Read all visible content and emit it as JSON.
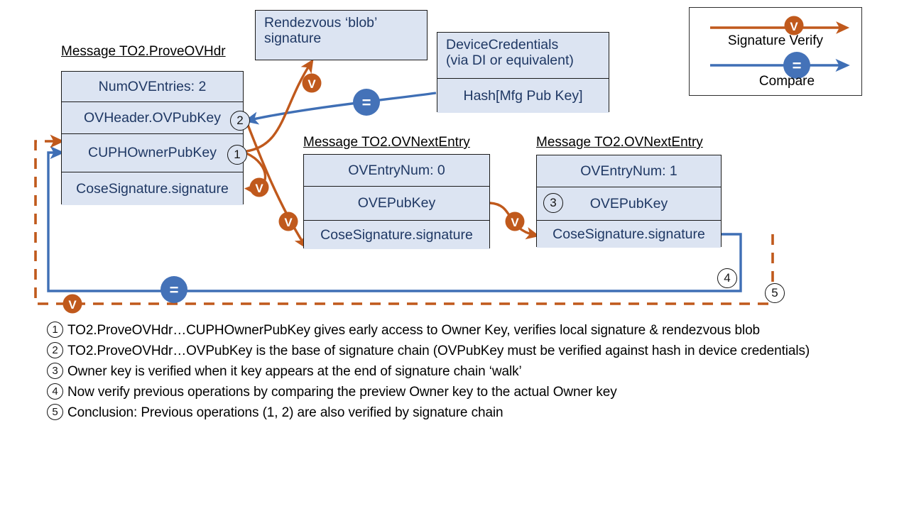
{
  "colors": {
    "box_fill": "#dce4f2",
    "box_text": "#1f3864",
    "box_border": "#1a1a1a",
    "verify_orange": "#c0591c",
    "compare_blue": "#3f6fb5",
    "note_text": "#000000"
  },
  "legend": {
    "verify": {
      "label": "Signature Verify",
      "glyph": "V"
    },
    "compare": {
      "label": "Compare",
      "glyph": "="
    }
  },
  "boxes": {
    "prove_ovhdr": {
      "caption": "Message TO2.ProveOVHdr",
      "rows": [
        {
          "label": "NumOVEntries: 2"
        },
        {
          "label": "OVHeader.OVPubKey",
          "marker": "2"
        },
        {
          "label": "CUPHOwnerPubKey",
          "marker": "1"
        },
        {
          "label": "CoseSignature.signature"
        }
      ]
    },
    "rendezvous": {
      "lines": [
        "Rendezvous ‘blob’",
        "signature"
      ]
    },
    "device_credentials": {
      "rows": [
        {
          "line1": "DeviceCredentials",
          "line2": "(via DI or equivalent)"
        },
        {
          "label": "Hash[Mfg Pub Key]"
        }
      ]
    },
    "ovnextentry_0": {
      "caption": "Message TO2.OVNextEntry",
      "rows": [
        {
          "label": "OVEntryNum: 0"
        },
        {
          "label": "OVEPubKey"
        },
        {
          "label": "CoseSignature.signature"
        }
      ]
    },
    "ovnextentry_1": {
      "caption": "Message TO2.OVNextEntry",
      "rows": [
        {
          "label": "OVEntryNum: 1"
        },
        {
          "label": "OVEPubKey",
          "marker": "3"
        },
        {
          "label": "CoseSignature.signature"
        }
      ]
    }
  },
  "flow_markers": {
    "four": "4",
    "five": "5"
  },
  "notes": [
    {
      "num": "1",
      "text": "TO2.ProveOVHdr…CUPHOwnerPubKey gives early access to Owner Key, verifies local signature & rendezvous blob"
    },
    {
      "num": "2",
      "text": "TO2.ProveOVHdr…OVPubKey is the base of signature chain (OVPubKey must be verified against hash in device credentials)"
    },
    {
      "num": "3",
      "text": "Owner key is verified when it key appears at the end of signature chain ‘walk’"
    },
    {
      "num": "4",
      "text": "Now verify previous operations by comparing the preview Owner key to the actual Owner key"
    },
    {
      "num": "5",
      "text": "Conclusion: Previous operations (1, 2) are also verified by signature chain"
    }
  ]
}
